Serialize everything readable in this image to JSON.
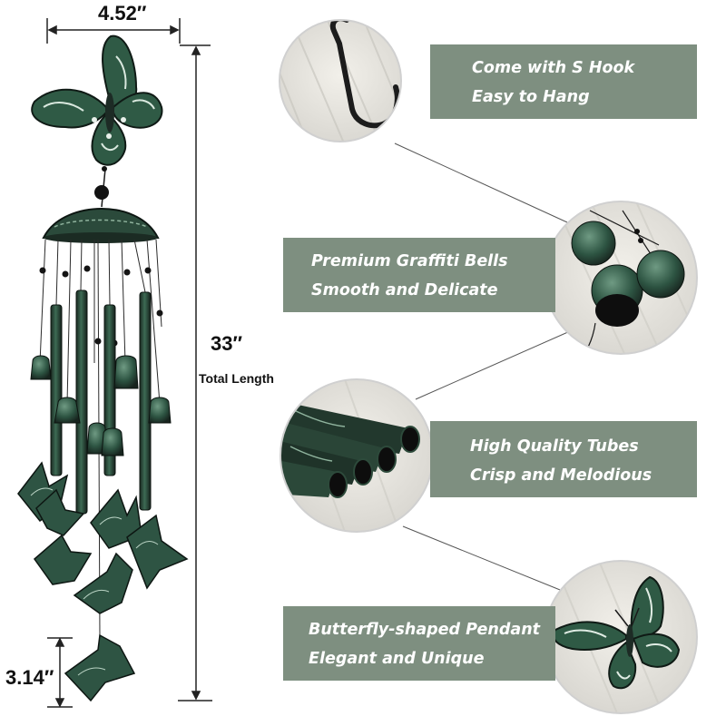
{
  "dimensions": {
    "width": "4.52″",
    "total_length": "33″",
    "total_length_caption": "Total Length",
    "pendant_length": "3.14″"
  },
  "features": [
    {
      "line1": "Come with S Hook",
      "line2": "Easy to Hang"
    },
    {
      "line1": "Premium Graffiti Bells",
      "line2": "Smooth and Delicate"
    },
    {
      "line1": "High Quality Tubes",
      "line2": "Crisp and Melodious"
    },
    {
      "line1": "Butterfly-shaped Pendant",
      "line2": "Elegant and Unique"
    }
  ],
  "colors": {
    "banner": "#7e8f80",
    "metal_green": "#2f5a45",
    "metal_dark": "#1d2b25",
    "background": "#ffffff"
  }
}
